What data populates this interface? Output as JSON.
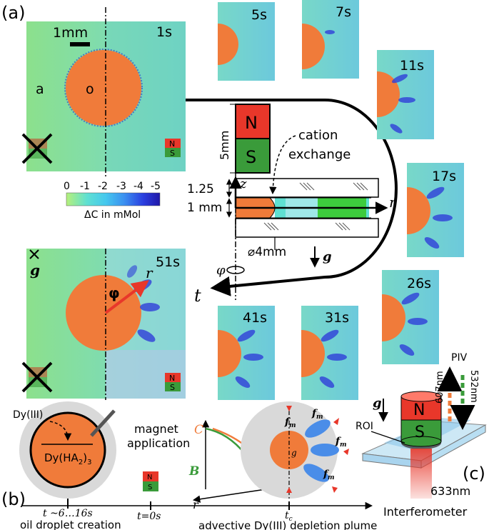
{
  "panel_a": {
    "label": "(a)",
    "scale_bar": "1mm",
    "region_a": "a",
    "region_o": "o",
    "t_first": "1s",
    "t_second": "51s",
    "thumbnails": [
      "5s",
      "7s",
      "11s",
      "17s",
      "26s",
      "31s",
      "41s"
    ],
    "gravity_symbol": "g",
    "phi": "φ",
    "r": "r",
    "magnet_n": "N",
    "magnet_s": "S",
    "colorbar": {
      "ticks": [
        "0",
        "-1",
        "-2",
        "-3",
        "-4",
        "-5"
      ],
      "label": "ΔC in mMol",
      "colors": [
        "#b6f07a",
        "#5fe0d2",
        "#45c8ee",
        "#3b8ff0",
        "#2b3fe0",
        "#2018a8"
      ]
    },
    "schematic": {
      "magnet_n": "N",
      "magnet_s": "S",
      "dim_5mm": "5mm",
      "dim_125": "1.25",
      "dim_1mm": "1 mm",
      "cation": "cation",
      "exchange": "exchange",
      "z": "z",
      "r": "r",
      "diameter": "⌀4mm",
      "g": "g",
      "phi": "φ",
      "t": "t"
    }
  },
  "panel_b": {
    "label": "(b)",
    "dy3": "Dy(III)",
    "dyha": "Dy(HA",
    "dyha_sub": "2",
    "dyha_close": ")",
    "dyha_sub3": "3",
    "t_start": "t ~6…16s",
    "oil_droplet": "oil droplet creation",
    "magnet_app_1": "magnet",
    "magnet_app_2": "application",
    "t_zero": "t=0s",
    "C": "C",
    "B": "B",
    "r": "r",
    "fm": "f",
    "fm_sub": "m",
    "g": "g",
    "tc": "t",
    "tc_sub": "c",
    "plume": "advective Dy(III) depletion plume"
  },
  "panel_c": {
    "label": "(c)",
    "piv": "PIV",
    "nm607": "607nm",
    "nm532": "532nm",
    "roi": "ROI",
    "nm633": "633nm",
    "interferometer": "Interferometer",
    "g": "g",
    "n": "N",
    "s": "S"
  },
  "colors": {
    "orange": "#f07b3a",
    "field": "#7fe0a8",
    "red": "#e8372a",
    "green": "#3a9b3a",
    "blue_plume": "#2f3fd8"
  }
}
